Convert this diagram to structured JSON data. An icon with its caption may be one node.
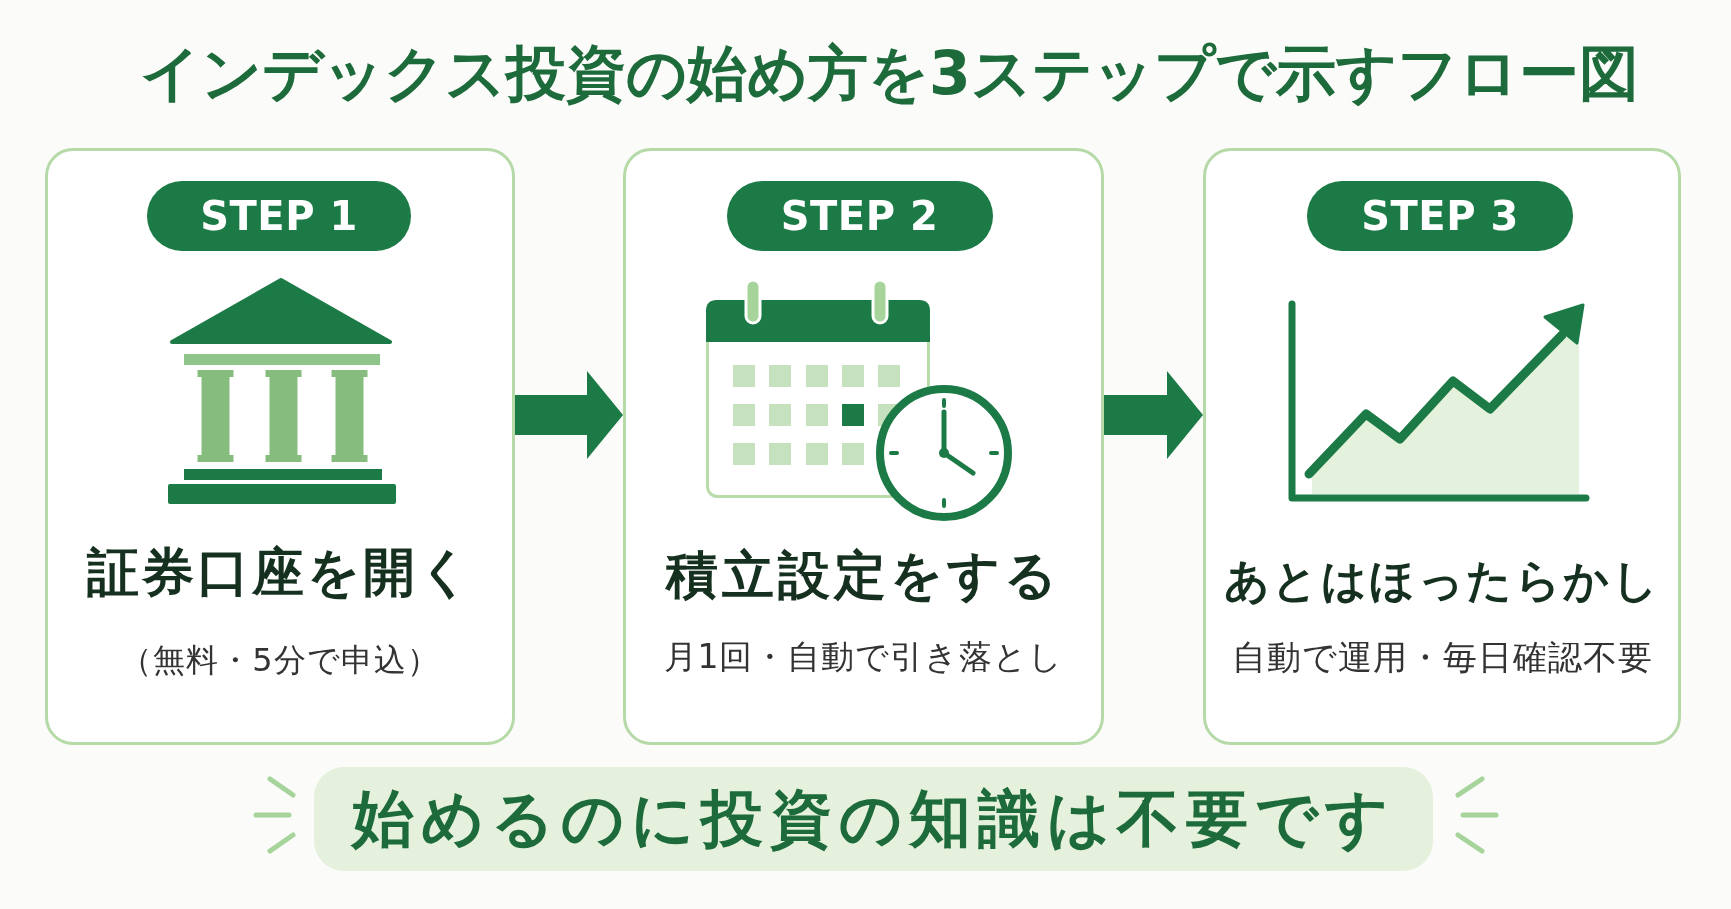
{
  "diagram": {
    "title": "インデックス投資の始め方を3ステップで示すフロー図",
    "nodes": [
      {
        "text": [
          "証券口座を開く",
          "（無料・5分で申込）"
        ]
      },
      {
        "text": [
          "STEP 1"
        ],
        "in": 0
      },
      {
        "text": [
          "積立設定をする",
          "月1回・自動で引き落とし"
        ]
      },
      {
        "text": [
          "STEP 2"
        ],
        "in": 2
      },
      {
        "text": [
          "あとはほったらかし",
          "自動で運用・毎日確認不要"
        ]
      },
      {
        "text": [
          "STEP 3"
        ],
        "in": 4
      },
      {
        "text": [
          "始めるのに投資の知識は不要です"
        ]
      }
    ],
    "edges": [
      {
        "from": 0,
        "to": 2,
        "arrow": "to"
      },
      {
        "from": 2,
        "to": 4,
        "arrow": "to"
      }
    ]
  }
}
